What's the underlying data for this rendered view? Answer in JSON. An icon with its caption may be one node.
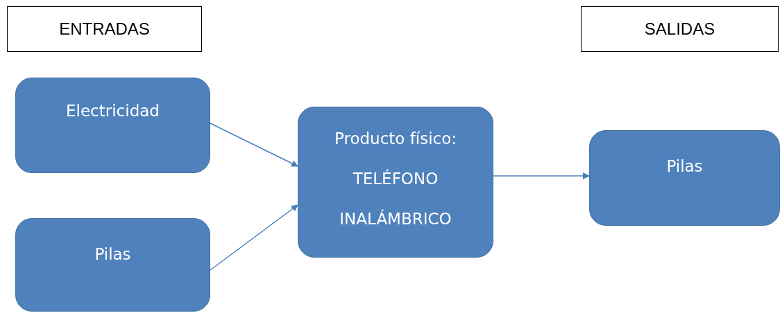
{
  "diagram": {
    "nodes": [
      {
        "text": [
          "ENTRADAS"
        ]
      },
      {
        "text": [
          "SALIDAS"
        ]
      },
      {
        "text": [
          "Electricidad"
        ]
      },
      {
        "text": [
          "Pilas"
        ]
      },
      {
        "text": [
          "Producto físico:",
          "TELÉFONO INALÁMBRICO"
        ]
      },
      {
        "text": [
          "Pilas"
        ]
      }
    ],
    "edges": [
      {
        "from": 2,
        "to": 4,
        "arrow": "to"
      },
      {
        "from": 3,
        "to": 4,
        "arrow": "to"
      },
      {
        "from": 4,
        "to": 5,
        "arrow": "to"
      }
    ]
  }
}
